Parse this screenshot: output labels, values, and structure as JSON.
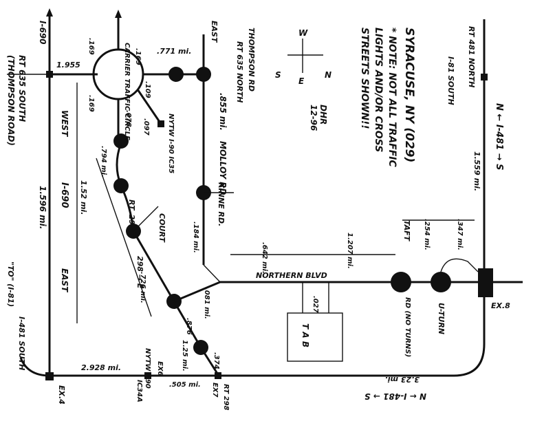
{
  "title": {
    "line1": "SYRACUSE, NY (029)",
    "line2": "* NOTE: NOT ALL TRAFFIC",
    "line3": "LIGHTS AND/OR CROSS",
    "line4": "STREETS SHOWN!!",
    "author": "12-96",
    "initials": "DHR"
  },
  "compass": {
    "n": "N",
    "s": "S",
    "e": "E",
    "w": "W"
  },
  "routes": {
    "i690_left": "I-690",
    "rt635_south": "RT 635 SOUTH",
    "thompson_road": "(THOMPSON ROAD)",
    "i690_west": "WEST",
    "i690_mid": "I-690",
    "i690_east": "EAST",
    "i690_dist": "1.596 mi.",
    "i481_south": "I-481 SOUTH",
    "i81_to": "\"TO\" (I-81)",
    "thompson_rd": "THOMPSON RD",
    "rt635_north": "RT 635 NORTH",
    "east": "EAST",
    "molloy": "MOLLOY RD",
    "molloy_dist": ".855 mi.",
    "kinne": "KINNE RD.",
    "court": "COURT",
    "rt298": "RT. 298",
    "rt298_e": "298 → E",
    "carrier_circle": "CARRIER TRAFFIC CIRCLE",
    "rt481_north": "RT 481 NORTH",
    "i81_south": "I-81 SOUTH",
    "i481_right": "N ← I-481 → S",
    "i481_right_dist": "1.559 mi.",
    "taft": "TAFT",
    "rd_no_turns": "RD (NO TURNS)",
    "u_turn": "U-TURN",
    "northern_blvd": "NORTHERN BLVD",
    "ex8": "EX.8",
    "ex4": "EX.4",
    "ex6": "EX6",
    "ex7": "EX7",
    "ex6_i90": "NYTW I-90",
    "ex6_ic34a": "IC34A",
    "ex_rt298": "RT 298",
    "nytw_i90_ic35": "NYTW I-90 IC35",
    "bottom_i481": "N ← I-481 → S",
    "ex_block": "T A B",
    "dist_1955": "1.955",
    "dist_169a": ".169",
    "dist_169b": ".169",
    "dist_169c": ".169",
    "dist_771": ".771 mi.",
    "dist_109": ".109",
    "dist_078": ".078",
    "dist_097": ".097",
    "dist_794": ".794 mi.",
    "dist_152": "1.52 mi.",
    "dist_726": ".726 mi.",
    "dist_184": ".184 mi.",
    "dist_642": ".642 mi.",
    "dist_1207": "1.207 mi.",
    "dist_254": ".254 mi.",
    "dist_347": ".347 mi.",
    "dist_081": ".081 mi.",
    "dist_027": ".027",
    "dist_876": ".876",
    "dist_125": "1.25 mi.",
    "dist_374": ".374",
    "dist_2928": "2.928 mi.",
    "dist_505": ".505 mi.",
    "dist_323": "3.23 mi."
  }
}
